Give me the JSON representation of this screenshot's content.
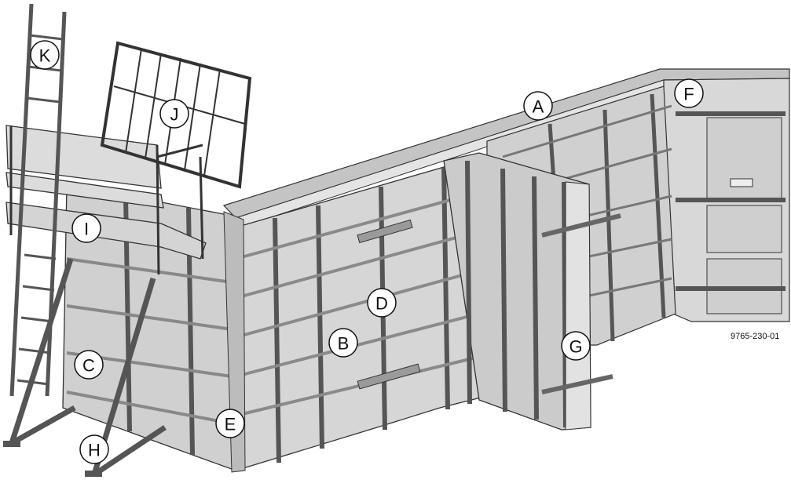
{
  "figure": {
    "code": "9765-230-01",
    "callouts": [
      "A",
      "B",
      "C",
      "D",
      "E",
      "F",
      "G",
      "H",
      "I",
      "J",
      "K"
    ]
  },
  "colors": {
    "panel_face": "#d3d3d3",
    "panel_dark": "#a9a9a9",
    "frame": "#bdbdbd",
    "outline": "#333333",
    "callout_fill": "#ffffff"
  }
}
